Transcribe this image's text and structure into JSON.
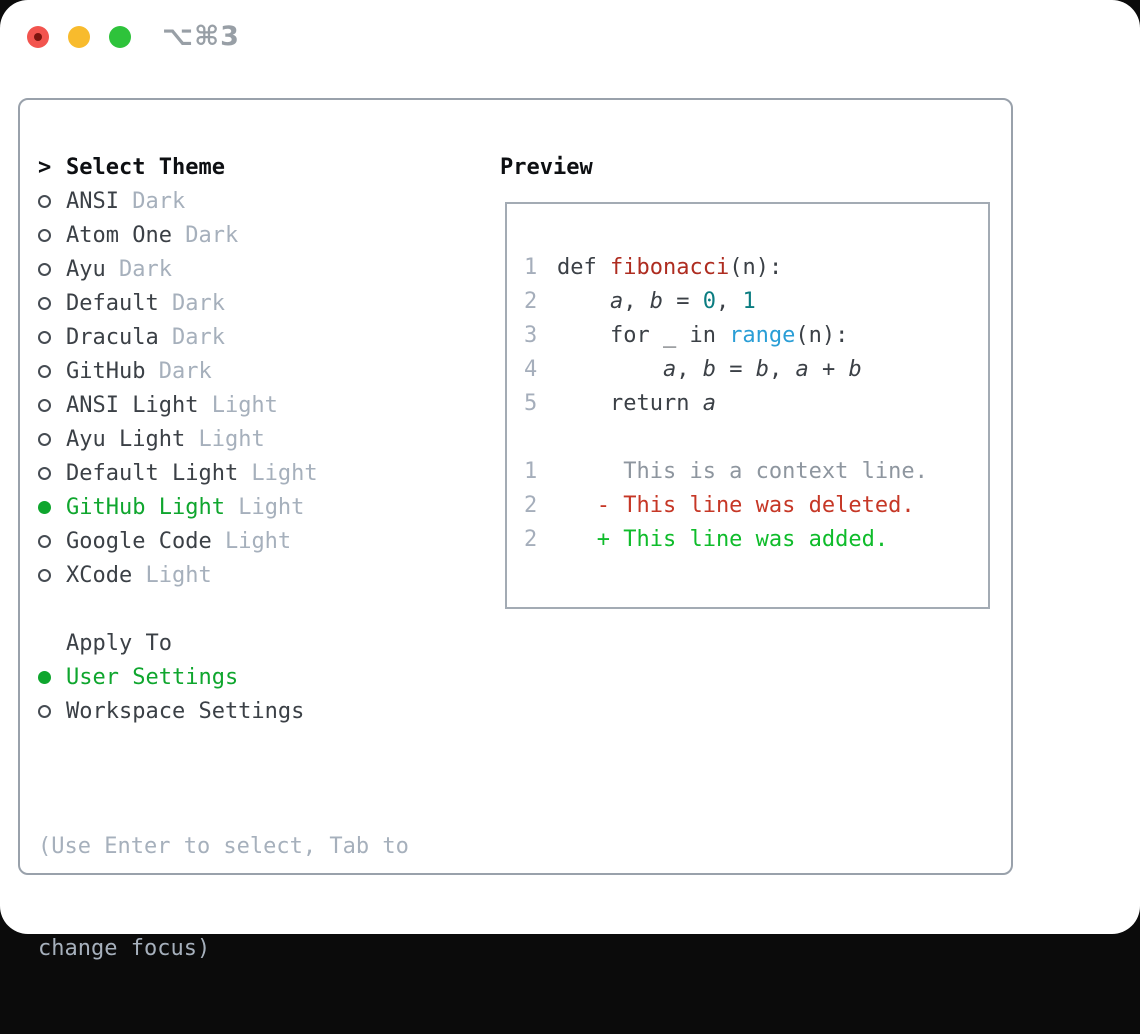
{
  "window": {
    "title": "⌥⌘3",
    "traffic_lights": [
      {
        "name": "close",
        "color": "#f2544e"
      },
      {
        "name": "minimize",
        "color": "#f8bb2d"
      },
      {
        "name": "zoom",
        "color": "#2ec33b"
      }
    ]
  },
  "theme_list": {
    "prompt": ">",
    "header": "Select Theme",
    "items": [
      {
        "name": "ANSI",
        "tag": "Dark",
        "selected": false
      },
      {
        "name": "Atom One",
        "tag": "Dark",
        "selected": false
      },
      {
        "name": "Ayu",
        "tag": "Dark",
        "selected": false
      },
      {
        "name": "Default",
        "tag": "Dark",
        "selected": false
      },
      {
        "name": "Dracula",
        "tag": "Dark",
        "selected": false
      },
      {
        "name": "GitHub",
        "tag": "Dark",
        "selected": false
      },
      {
        "name": "ANSI Light",
        "tag": "Light",
        "selected": false
      },
      {
        "name": "Ayu Light",
        "tag": "Light",
        "selected": false
      },
      {
        "name": "Default Light",
        "tag": "Light",
        "selected": false
      },
      {
        "name": "GitHub Light",
        "tag": "Light",
        "selected": true
      },
      {
        "name": "Google Code",
        "tag": "Light",
        "selected": false
      },
      {
        "name": "XCode",
        "tag": "Light",
        "selected": false
      }
    ]
  },
  "apply_to": {
    "header": "Apply To",
    "options": [
      {
        "label": "User Settings",
        "selected": true
      },
      {
        "label": "Workspace Settings",
        "selected": false
      }
    ]
  },
  "hint": {
    "line1": "(Use Enter to select, Tab to",
    "line2": "change focus)"
  },
  "preview": {
    "header": "Preview",
    "lines": [
      {
        "num": "1",
        "tokens": [
          [
            "plain",
            "def "
          ],
          [
            "func",
            "fibonacci"
          ],
          [
            "plain",
            "(n):"
          ]
        ]
      },
      {
        "num": "2",
        "tokens": [
          [
            "plain",
            "    "
          ],
          [
            "var",
            "a"
          ],
          [
            "plain",
            ", "
          ],
          [
            "var",
            "b"
          ],
          [
            "plain",
            " = "
          ],
          [
            "num",
            "0"
          ],
          [
            "plain",
            ", "
          ],
          [
            "num",
            "1"
          ]
        ]
      },
      {
        "num": "3",
        "tokens": [
          [
            "plain",
            "    for _ in "
          ],
          [
            "builtin",
            "range"
          ],
          [
            "plain",
            "(n):"
          ]
        ]
      },
      {
        "num": "4",
        "tokens": [
          [
            "plain",
            "        "
          ],
          [
            "var",
            "a"
          ],
          [
            "plain",
            ", "
          ],
          [
            "var",
            "b"
          ],
          [
            "plain",
            " = "
          ],
          [
            "var",
            "b"
          ],
          [
            "plain",
            ", "
          ],
          [
            "var",
            "a"
          ],
          [
            "plain",
            " + "
          ],
          [
            "var",
            "b"
          ]
        ]
      },
      {
        "num": "5",
        "tokens": [
          [
            "plain",
            "    return "
          ],
          [
            "var",
            "a"
          ]
        ]
      },
      {
        "num": "",
        "tokens": []
      },
      {
        "num": "1",
        "tokens": [
          [
            "ctx",
            "     This is a context line."
          ]
        ]
      },
      {
        "num": "2",
        "tokens": [
          [
            "del",
            "   - This line was deleted."
          ]
        ]
      },
      {
        "num": "2",
        "tokens": [
          [
            "add",
            "   + This line was added."
          ]
        ]
      }
    ]
  },
  "colors": {
    "selection_green": "#0fa62e",
    "added_green": "#0fbc2b",
    "deleted_red": "#c63726",
    "function_red": "#ae2c20",
    "number_teal": "#0b7d81",
    "builtin_blue": "#2a9ed6",
    "muted_gray": "#a6b0bc",
    "panel_border": "#99a1ab"
  }
}
